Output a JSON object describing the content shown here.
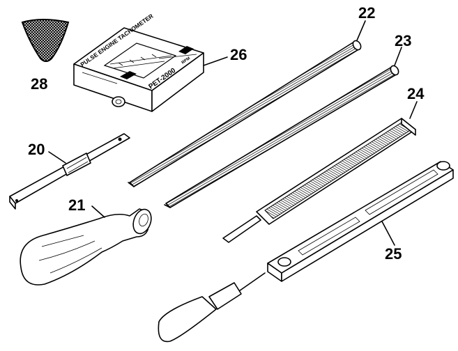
{
  "callouts": {
    "n20": "20",
    "n21": "21",
    "n22": "22",
    "n23": "23",
    "n24": "24",
    "n25": "25",
    "n26": "26",
    "n28": "28"
  },
  "tachometer": {
    "title": "PULSE ENGINE TACHOMETER",
    "model": "PET-2000",
    "unit": "RPM"
  },
  "colors": {
    "line": "#000000",
    "background": "#ffffff"
  }
}
